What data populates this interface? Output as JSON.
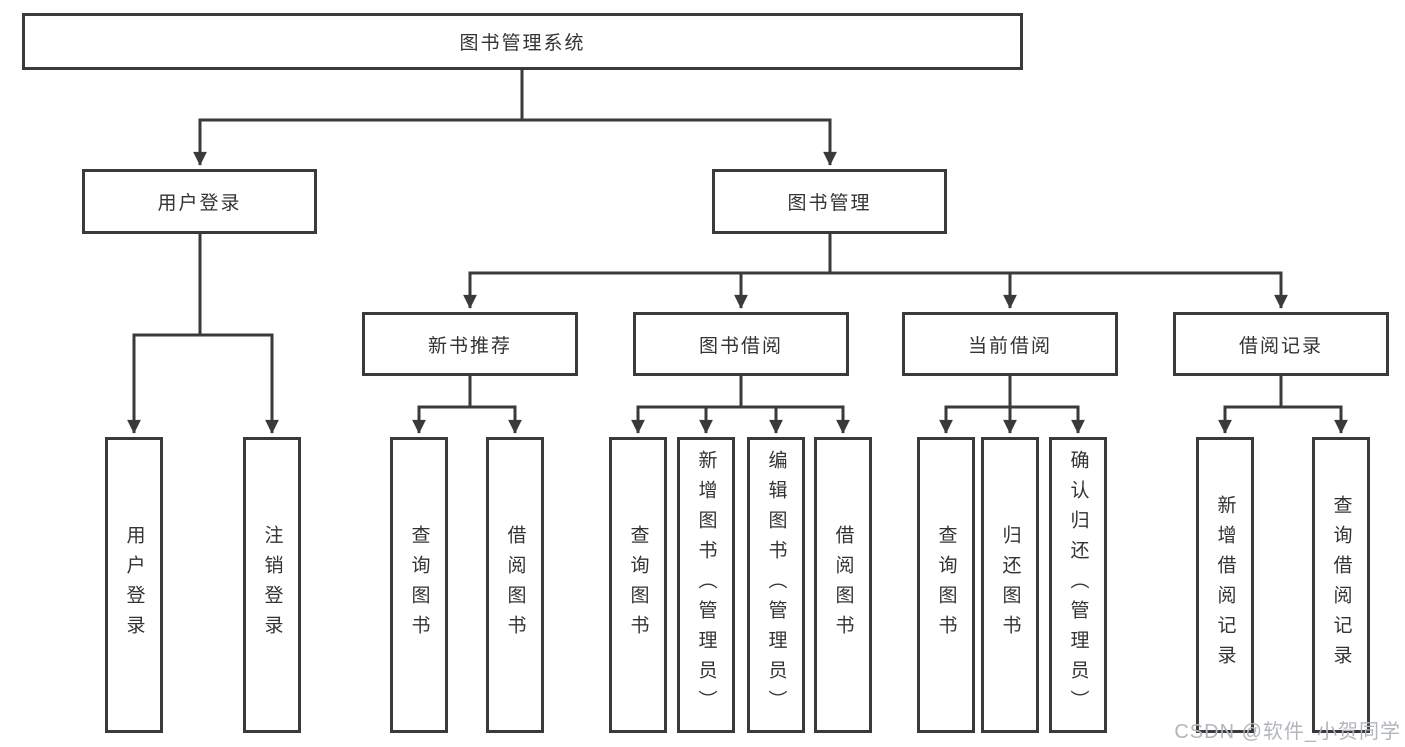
{
  "diagram_type": "hierarchy",
  "colors": {
    "line": "#3a3a3a",
    "box_border": "#3a3a3a",
    "box_background": "#ffffff",
    "text": "#333333",
    "watermark": "#b2b6bc",
    "page_background": "#ffffff"
  },
  "tree": {
    "label": "图书管理系统",
    "children": [
      {
        "label": "用户登录",
        "children": [
          {
            "label": "用户登录"
          },
          {
            "label": "注销登录"
          }
        ]
      },
      {
        "label": "图书管理",
        "children": [
          {
            "label": "新书推荐",
            "children": [
              {
                "label": "查询图书"
              },
              {
                "label": "借阅图书"
              }
            ]
          },
          {
            "label": "图书借阅",
            "children": [
              {
                "label": "查询图书"
              },
              {
                "label": "新增图书（管理员）"
              },
              {
                "label": "编辑图书（管理员）"
              },
              {
                "label": "借阅图书"
              }
            ]
          },
          {
            "label": "当前借阅",
            "children": [
              {
                "label": "查询图书"
              },
              {
                "label": "归还图书"
              },
              {
                "label": "确认归还（管理员）"
              }
            ]
          },
          {
            "label": "借阅记录",
            "children": [
              {
                "label": "新增借阅记录"
              },
              {
                "label": "查询借阅记录"
              }
            ]
          }
        ]
      }
    ]
  },
  "watermark": {
    "text": "CSDN @软件_小贺同学"
  }
}
